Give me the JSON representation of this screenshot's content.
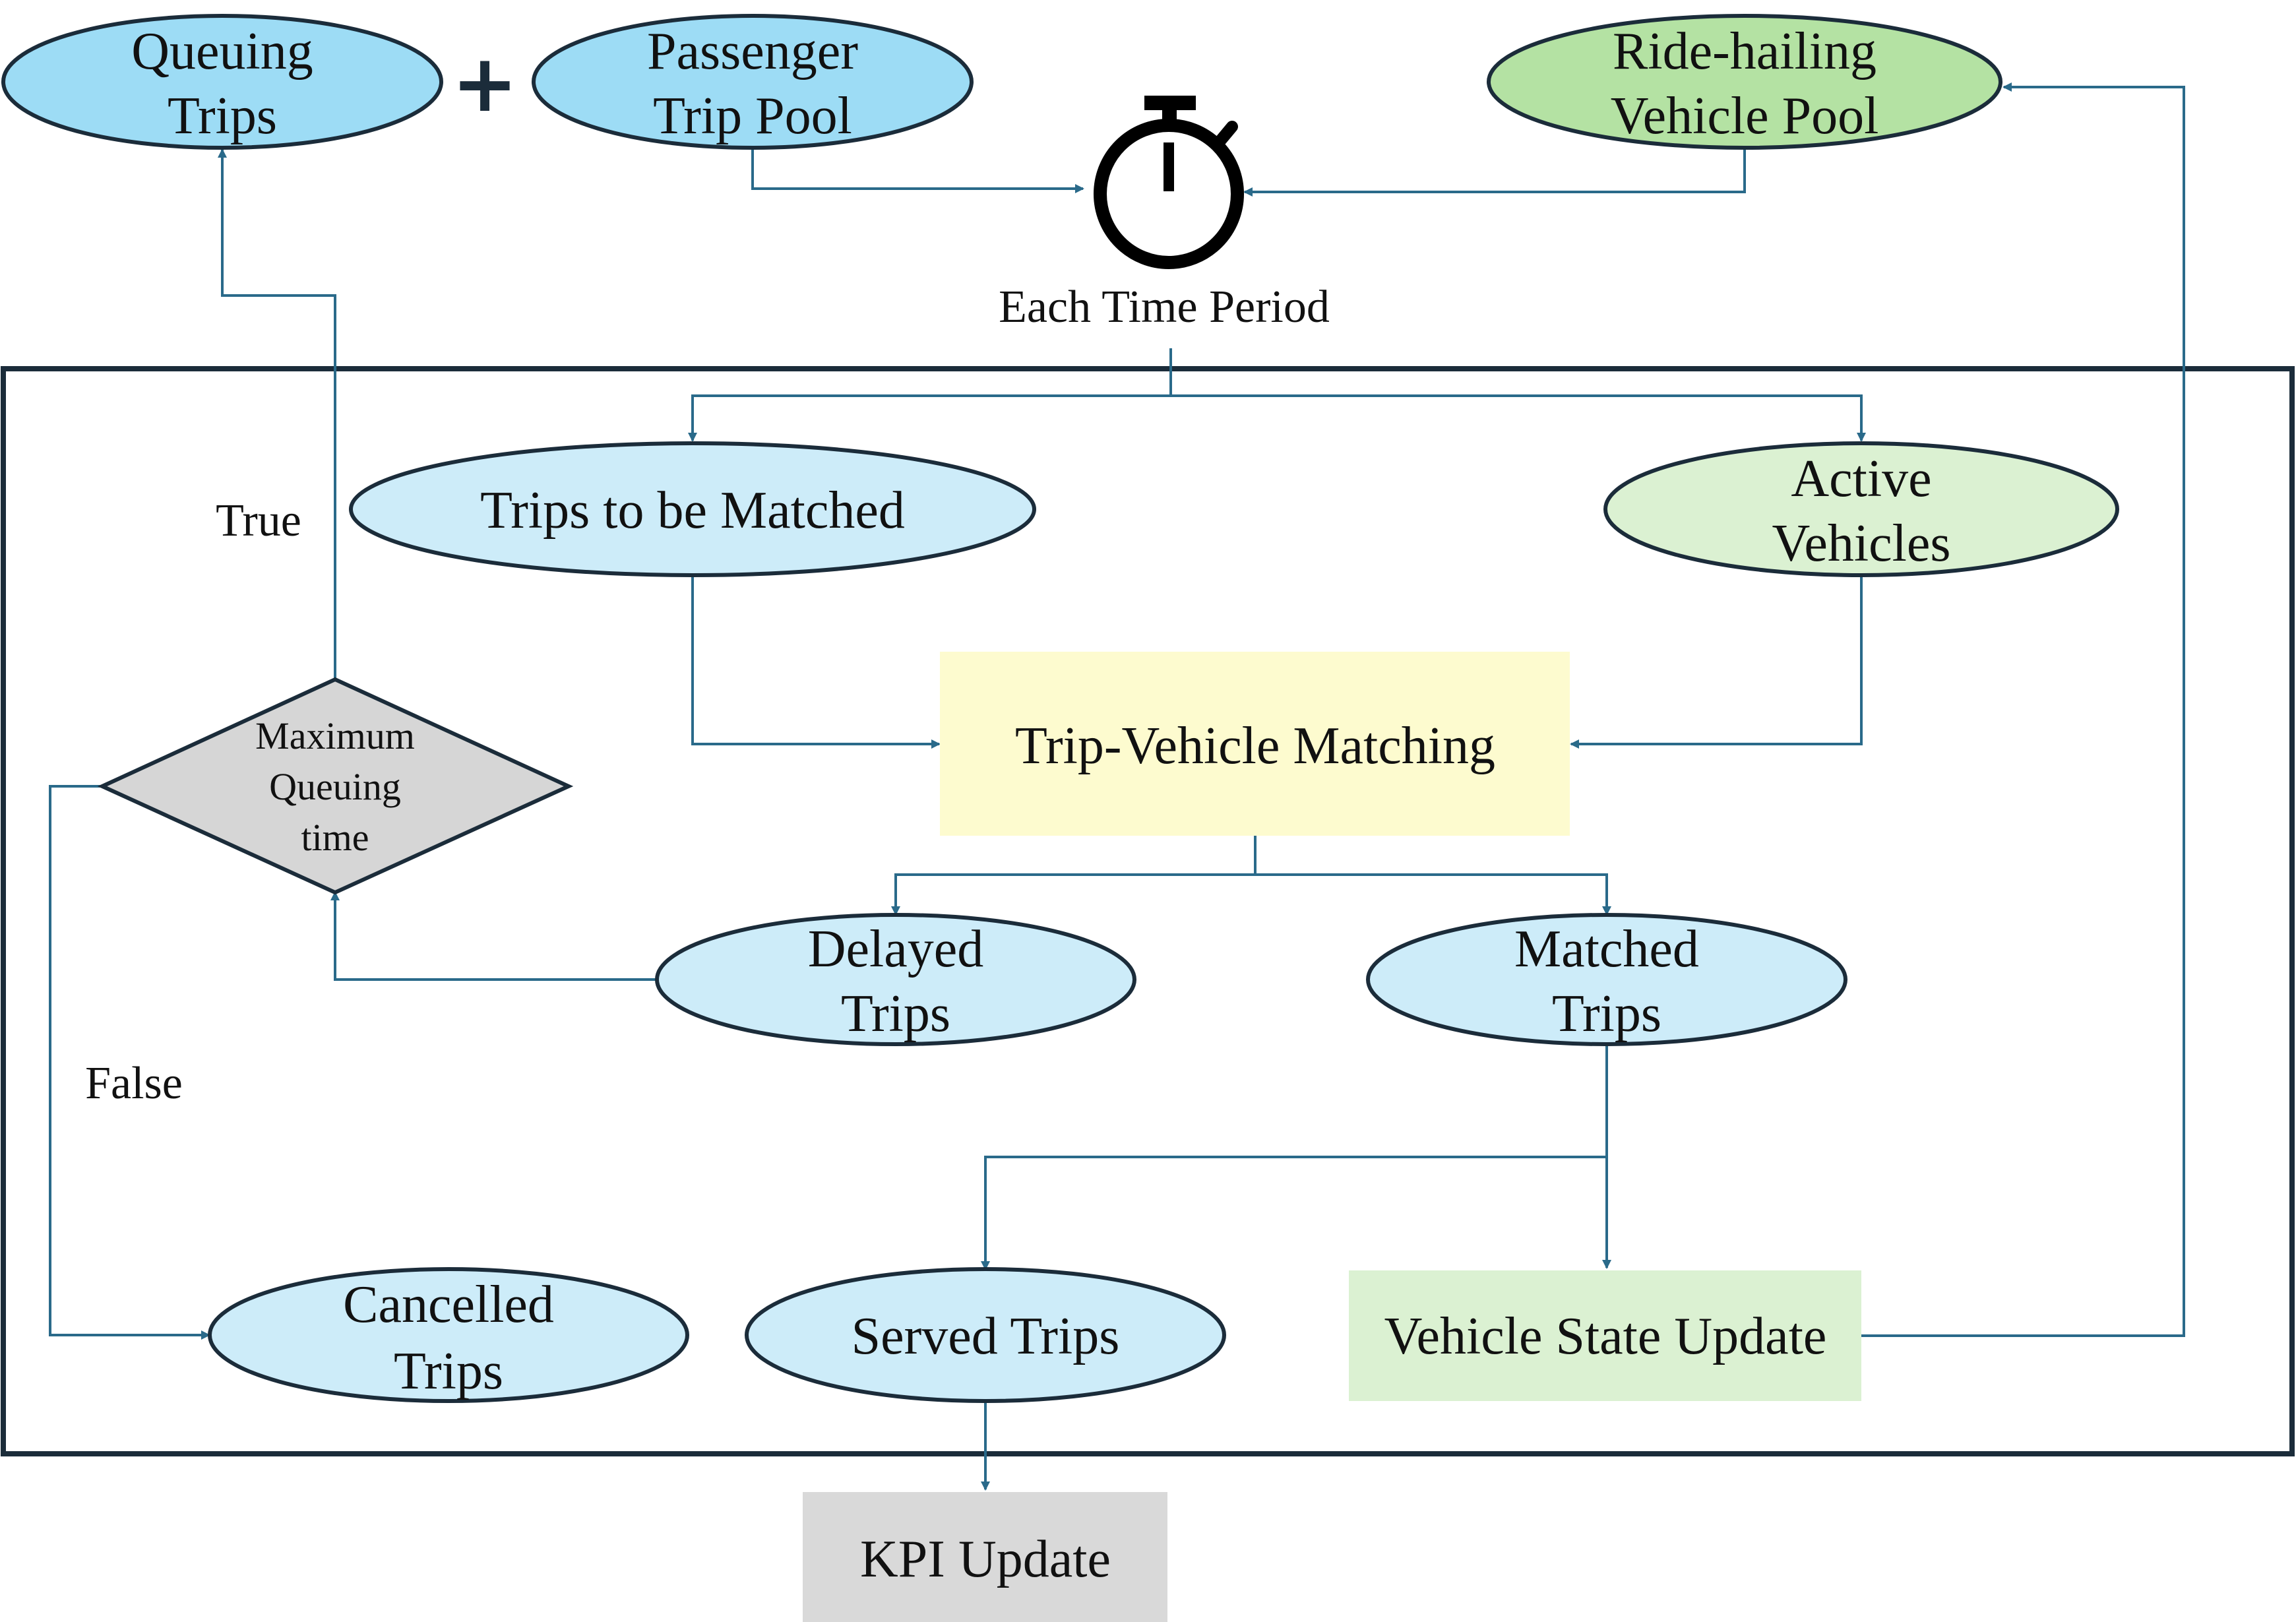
{
  "top": {
    "queuing_trips": [
      "Queuing",
      "Trips"
    ],
    "plus": "+",
    "passenger_pool": [
      "Passenger",
      "Trip Pool"
    ],
    "vehicle_pool": [
      "Ride-hailing",
      "Vehicle Pool"
    ],
    "timer_label": "Each Time Period"
  },
  "loop": {
    "trips_to_match": "Trips to be Matched",
    "active_vehicles": [
      "Active",
      "Vehicles"
    ],
    "matching": "Trip-Vehicle Matching",
    "decision": [
      "Maximum",
      "Queuing",
      "time"
    ],
    "true_label": "True",
    "false_label": "False",
    "delayed": [
      "Delayed",
      "Trips"
    ],
    "matched": [
      "Matched",
      "Trips"
    ],
    "cancelled": [
      "Cancelled",
      "Trips"
    ],
    "served": "Served Trips",
    "vehicle_update": "Vehicle State Update"
  },
  "bottom": {
    "kpi": "KPI Update"
  },
  "colors": {
    "trip_fill": "#cdecf9",
    "trip_fill_top": "#9ddcf5",
    "vehicle_fill": "#dbf1d2",
    "vehicle_fill_top": "#b4e2a3",
    "matching_fill": "#fdfbcf",
    "decision_fill": "#d6d6d6",
    "kpi_fill": "#d9d9d9",
    "edge": "#2a6a8a",
    "frame": "#1b2c3a"
  }
}
